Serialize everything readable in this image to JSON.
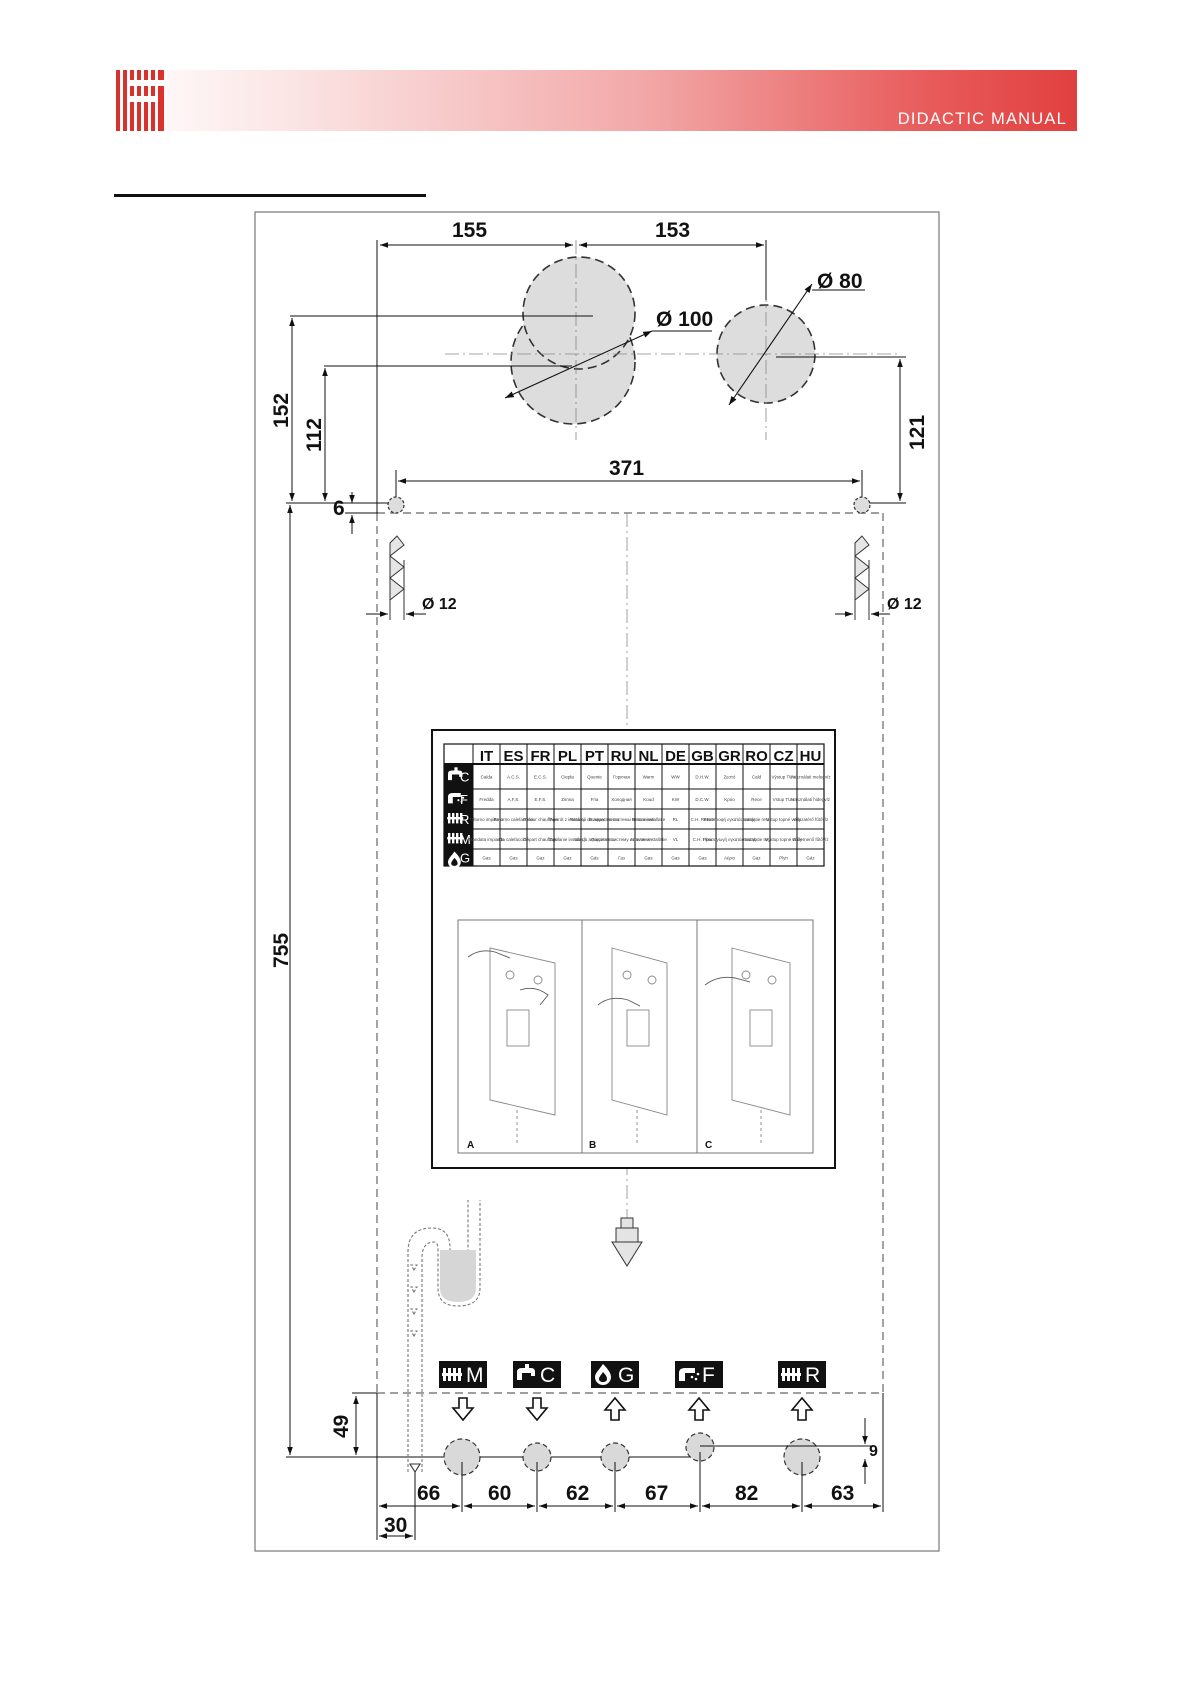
{
  "header": {
    "title": "DIDACTIC MANUAL",
    "band_colors": [
      "#ffffff",
      "#f2a8a8",
      "#e0403f"
    ],
    "logo_color": "#d8322c"
  },
  "drawing": {
    "dimensions": {
      "top_left_spacing": "155",
      "top_right_spacing": "153",
      "large_flue_diameter": "Ø 100",
      "small_flue_diameter": "Ø 80",
      "upper_offset": "152",
      "mid_offset": "112",
      "right_offset": "121",
      "bracket_spacing": "371",
      "bracket_offset": "6",
      "total_height": "755",
      "left_hole_diameter": "Ø 12",
      "right_hole_diameter": "Ø 12",
      "bottom_height": "49",
      "pipe_offset": "9",
      "bottom_spacings": [
        "66",
        "60",
        "62",
        "67",
        "82",
        "63"
      ],
      "drain_offset": "30"
    },
    "connection_badges": [
      {
        "icon": "radiator-icon",
        "letter": "M",
        "direction": "down"
      },
      {
        "icon": "tap-icon",
        "letter": "C",
        "direction": "down"
      },
      {
        "icon": "flame-icon",
        "letter": "G",
        "direction": "up"
      },
      {
        "icon": "shower-icon",
        "letter": "F",
        "direction": "up"
      },
      {
        "icon": "radiator-icon",
        "letter": "R",
        "direction": "up"
      }
    ],
    "legend_table": {
      "languages": [
        "IT",
        "ES",
        "FR",
        "PL",
        "PT",
        "RU",
        "NL",
        "DE",
        "GB",
        "GR",
        "RO",
        "CZ",
        "HU"
      ],
      "rows": [
        {
          "icon": "tap-icon",
          "letter": "C",
          "cells": [
            "Calda",
            "A.C.S.",
            "E.C.S.",
            "Ciepła",
            "Quente",
            "Горячая",
            "Warm",
            "WW",
            "D.H.W.",
            "Ζεστό",
            "Cald",
            "Výstup TUV",
            "Használati melegvíz"
          ]
        },
        {
          "icon": "shower-icon",
          "letter": "F",
          "cells": [
            "Fredda",
            "A.F.S.",
            "E.F.S.",
            "Zimna",
            "Fria",
            "Холодная",
            "Koud",
            "KW",
            "D.C.W.",
            "Κρύο",
            "Rece",
            "Vstup TUV",
            "Használati hidegvíz"
          ]
        },
        {
          "icon": "radiator-icon",
          "letter": "R",
          "cells": [
            "Ritorno impianto",
            "Retorno calefacción",
            "Retour chauffage",
            "Powrót z instalacji",
            "Retorno do aquecimento",
            "Возврат из системы отопления",
            "Retour installatie",
            "RL",
            "C.H. Return",
            "Επιστροφή εγκατάστασης",
            "Instalatie retur",
            "Vstup topné vody",
            "Visszatérő fűtővíz"
          ]
        },
        {
          "icon": "radiator-icon",
          "letter": "M",
          "cells": [
            "Mandata impianto",
            "Ida calefacción",
            "Départ chauffage",
            "Zasilanie instalacji",
            "Ida do aquecimento",
            "Подача в систему отопления",
            "Aanvoer installatie",
            "VL",
            "C.H. Flow",
            "Προσαγωγή εγκατάστασης",
            "Instalatie tur",
            "Výstup topné vody",
            "Előremenő fűtővíz"
          ]
        },
        {
          "icon": "flame-icon",
          "letter": "G",
          "cells": [
            "Gas",
            "Gas",
            "Gaz",
            "Gaz",
            "Gás",
            "Газ",
            "Gas",
            "Gas",
            "Gas",
            "Αέριο",
            "Gaz",
            "Plyn",
            "Gáz"
          ]
        }
      ]
    },
    "steps": [
      "A",
      "B",
      "C"
    ]
  }
}
